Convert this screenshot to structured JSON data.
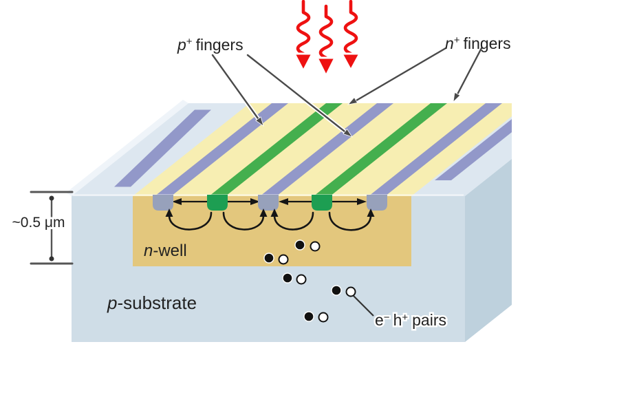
{
  "labels": {
    "p_fingers": {
      "base": "p",
      "sup": "+",
      "word": "fingers"
    },
    "n_fingers": {
      "base": "n",
      "sup": "+",
      "word": "fingers"
    },
    "n_well": {
      "base": "n",
      "rest": "-well"
    },
    "p_substrate": {
      "base": "p",
      "rest": "-substrate"
    },
    "eh_pairs": {
      "e": "e",
      "e_sup": "−",
      "h": "h",
      "h_sup": "+",
      "word": "pairs"
    },
    "dimension": "~0.5 μm"
  },
  "colors": {
    "top_margin_blue": "#dde7f0",
    "top_yellow": "#f7eeb2",
    "stripe_purple": "#9298c9",
    "stripe_green": "#44af4e",
    "nwell_front_tan": "#e3c77d",
    "substrate_front_blue": "#cfdde7",
    "side_face_blue": "#bed1dd",
    "left_edge_highlight": "#eff4f9",
    "contact_gray": "#97a1bb",
    "contact_green": "#1d9e52",
    "photon_red": "#ee1111",
    "field_arrow_black": "#151515",
    "leader_line_gray": "#4a4a4a",
    "text_color": "#222222",
    "crop_white": "#ffffff"
  }
}
